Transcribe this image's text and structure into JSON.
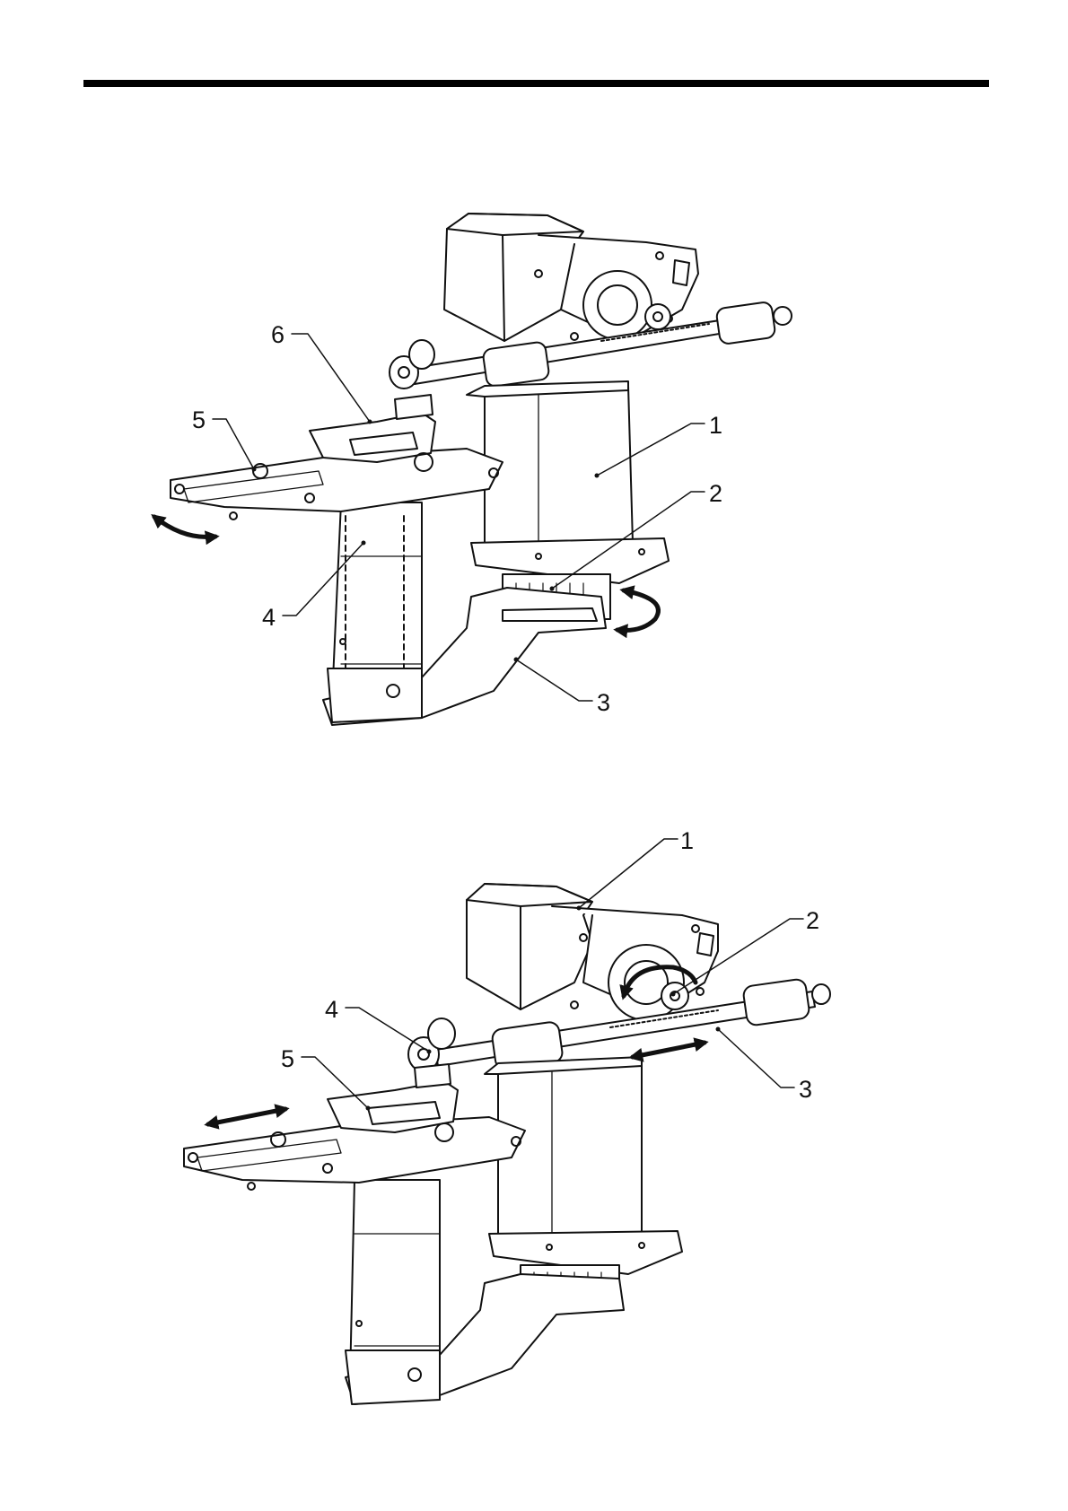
{
  "colors": {
    "ink": "#111111",
    "paper": "#ffffff",
    "rule": "#000000",
    "shade": "#e6e6e6"
  },
  "figure_top": {
    "description": "",
    "callouts": [
      "1",
      "2",
      "3",
      "4",
      "5",
      "6"
    ],
    "motion_arrows": [
      "pivot-rotation-arrow",
      "pulley-rotation-arrow"
    ]
  },
  "figure_bottom": {
    "callouts": [
      "1",
      "2",
      "3",
      "4",
      "5"
    ],
    "motion_arrows": [
      "pinion-rotation-arrow",
      "rack-linear-arrow",
      "plate-linear-arrow"
    ]
  }
}
